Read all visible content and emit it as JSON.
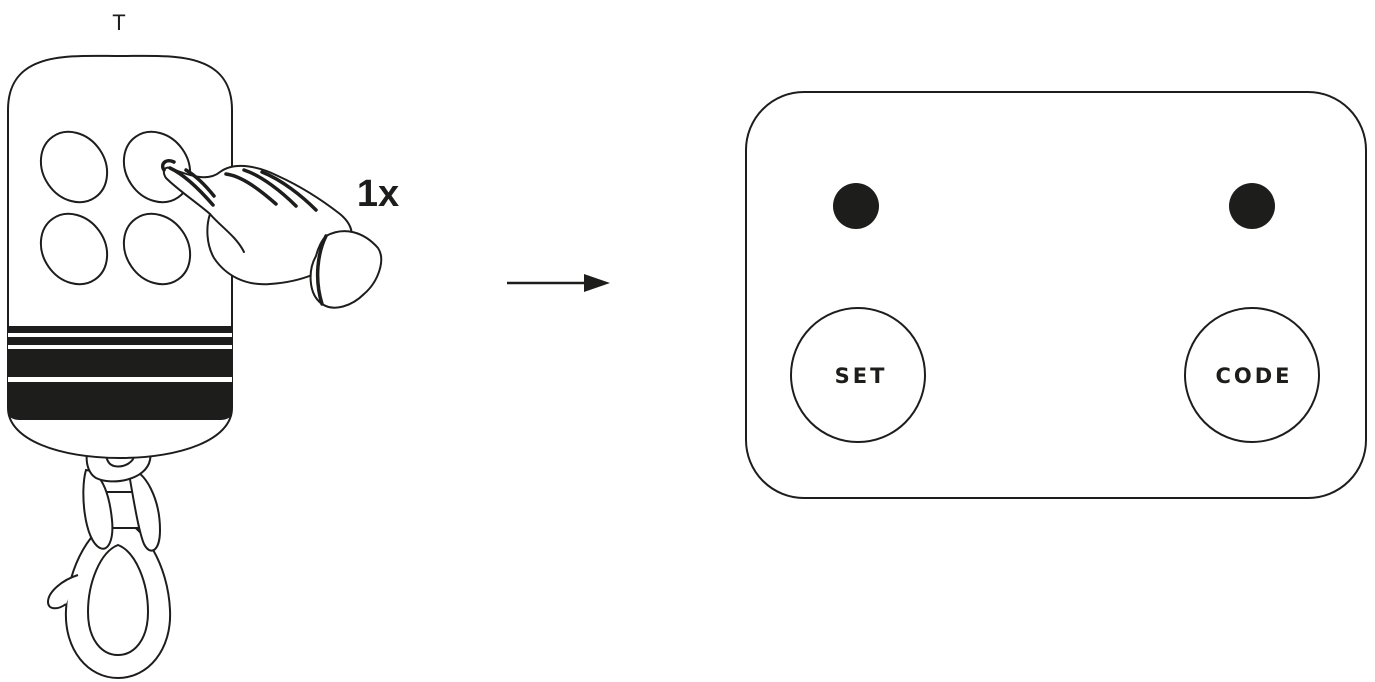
{
  "remote": {
    "label": "T",
    "press_count": "1x",
    "buttons": 4
  },
  "receiver": {
    "set_label": "SET",
    "code_label": "CODE",
    "leds": 2
  },
  "colors": {
    "ink": "#1d1d1b",
    "background": "#ffffff"
  }
}
